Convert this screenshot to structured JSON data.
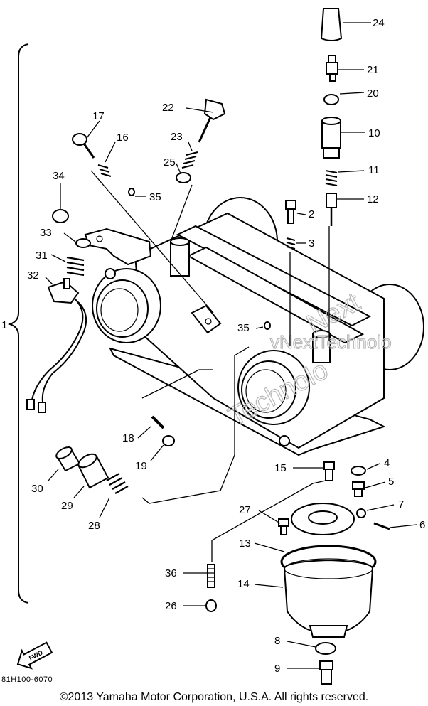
{
  "labels": {
    "l1": "1",
    "l2": "2",
    "l3": "3",
    "l4": "4",
    "l5": "5",
    "l6": "6",
    "l7": "7",
    "l8": "8",
    "l9": "9",
    "l10": "10",
    "l11": "11",
    "l12": "12",
    "l13": "13",
    "l14": "14",
    "l15": "15",
    "l16": "16",
    "l17": "17",
    "l18": "18",
    "l19": "19",
    "l20": "20",
    "l21": "21",
    "l22": "22",
    "l23": "23",
    "l24": "24",
    "l25": "25",
    "l26": "26",
    "l27": "27",
    "l28": "28",
    "l29": "29",
    "l30": "30",
    "l31": "31",
    "l32": "32",
    "l33": "33",
    "l34": "34",
    "l35a": "35",
    "l35b": "35",
    "l36": "36"
  },
  "watermark": {
    "line1": "vNextTechnolo",
    "line2": "Next",
    "line3": "Technolo"
  },
  "fwd_label": "FWD",
  "catalog_code": "81H100-6070",
  "copyright": "©2013 Yamaha Motor Corporation, U.S.A. All rights reserved."
}
